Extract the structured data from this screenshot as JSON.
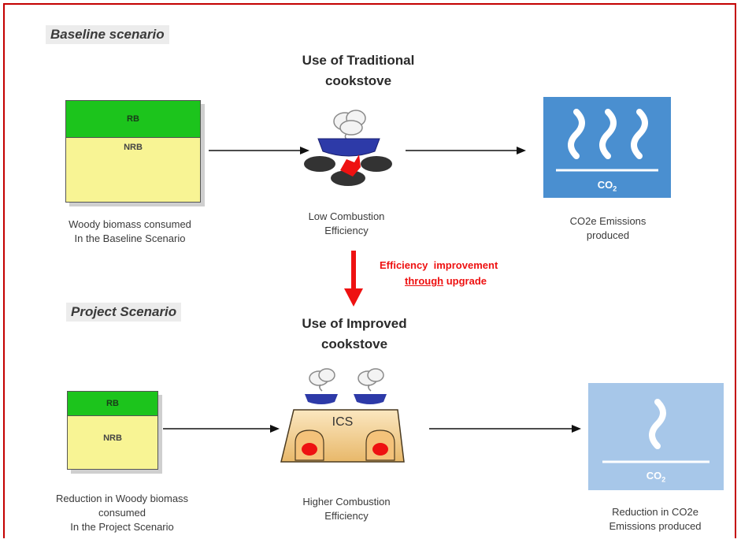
{
  "baseline": {
    "section_title": "Baseline scenario",
    "heading_line1": "Use of Traditional",
    "heading_line2": "cookstove",
    "biomass": {
      "rb": "RB",
      "nrb": "NRB"
    },
    "biomass_caption_line1": "Woody biomass consumed",
    "biomass_caption_line2": "In the Baseline Scenario",
    "stove_caption_line1": "Low Combustion",
    "stove_caption_line2": "Efficiency",
    "co2_label": "CO",
    "co2_sub": "2",
    "emissions_caption_line1": "CO2e Emissions",
    "emissions_caption_line2": "produced"
  },
  "transition": {
    "line1": "Efficiency  improvement",
    "line2_underlined": "through",
    "line2_rest": " upgrade",
    "color": "#ee1111"
  },
  "project": {
    "section_title": "Project Scenario",
    "heading_line1": "Use of Improved",
    "heading_line2": "cookstove",
    "biomass": {
      "rb": "RB",
      "nrb": "NRB"
    },
    "biomass_caption_line1": "Reduction in Woody biomass",
    "biomass_caption_line2": "consumed",
    "biomass_caption_line3": "In the Project Scenario",
    "stove_label": "ICS",
    "stove_caption_line1": "Higher Combustion",
    "stove_caption_line2": "Efficiency",
    "co2_label": "CO",
    "co2_sub": "2",
    "emissions_caption_line1": "Reduction in CO2e",
    "emissions_caption_line2": "Emissions produced"
  },
  "colors": {
    "frame": "#c40000",
    "rb_green": "#1cc41c",
    "nrb_yellow": "#f8f494",
    "co2_box_dark": "#4a8fd0",
    "co2_box_light": "#a7c7e9",
    "pot_blue": "#2d3aa8",
    "flame_red": "#ee1111"
  },
  "icons": [
    "steam-icon",
    "cookstove-icon",
    "improved-cookstove-icon",
    "arrow-right-icon",
    "arrow-down-icon",
    "co2-emissions-icon"
  ]
}
